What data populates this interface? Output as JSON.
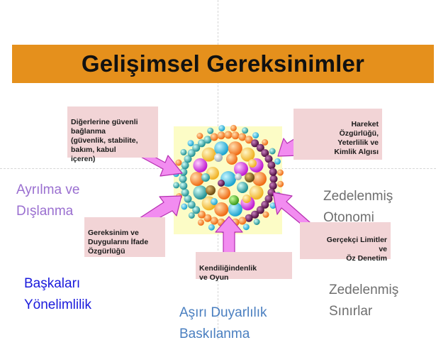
{
  "title": "Gelişimsel Gereksinimler",
  "needs": [
    {
      "id": "safety",
      "text": "Diğerlerine güvenli\nbağlanma\n(güvenlik, stabilite,\nbakım, kabul\niçeren)"
    },
    {
      "id": "autonomy",
      "text": "Hareket\nÖzgürlüğü,\nYeterlilik ve\nKimlik Algısı"
    },
    {
      "id": "expression",
      "text": "Gereksinim ve\nDuygularını İfade\nÖzgürlüğü"
    },
    {
      "id": "limits",
      "text": "Gerçekçi Limitler\nve\nÖz Denetim"
    },
    {
      "id": "play",
      "text": "Kendiliğindenlik\nve Oyun"
    }
  ],
  "domains": [
    {
      "id": "disconnection",
      "text": "Ayrılma ve\nDışlanma",
      "color": "#9a6fd0"
    },
    {
      "id": "impaired-autonomy",
      "text": "Zedelenmiş\nOtonomi",
      "color": "#6f6f6f"
    },
    {
      "id": "other-directedness",
      "text": "Başkaları\nYönelimlilik",
      "color": "#1a1adc"
    },
    {
      "id": "impaired-limits",
      "text": "Zedelenmiş\nSınırlar",
      "color": "#6f6f6f"
    },
    {
      "id": "overvigilance",
      "text": "Aşırı Duyarlılık\nBaskılanma",
      "color": "#4a7fc0"
    }
  ],
  "colors": {
    "banner": "#e5901c",
    "box": "#f2d4d6",
    "arrow": "#f28cf0",
    "arrow_stroke": "#b52fb0"
  },
  "illustration": "ball-and-stick-sphere"
}
